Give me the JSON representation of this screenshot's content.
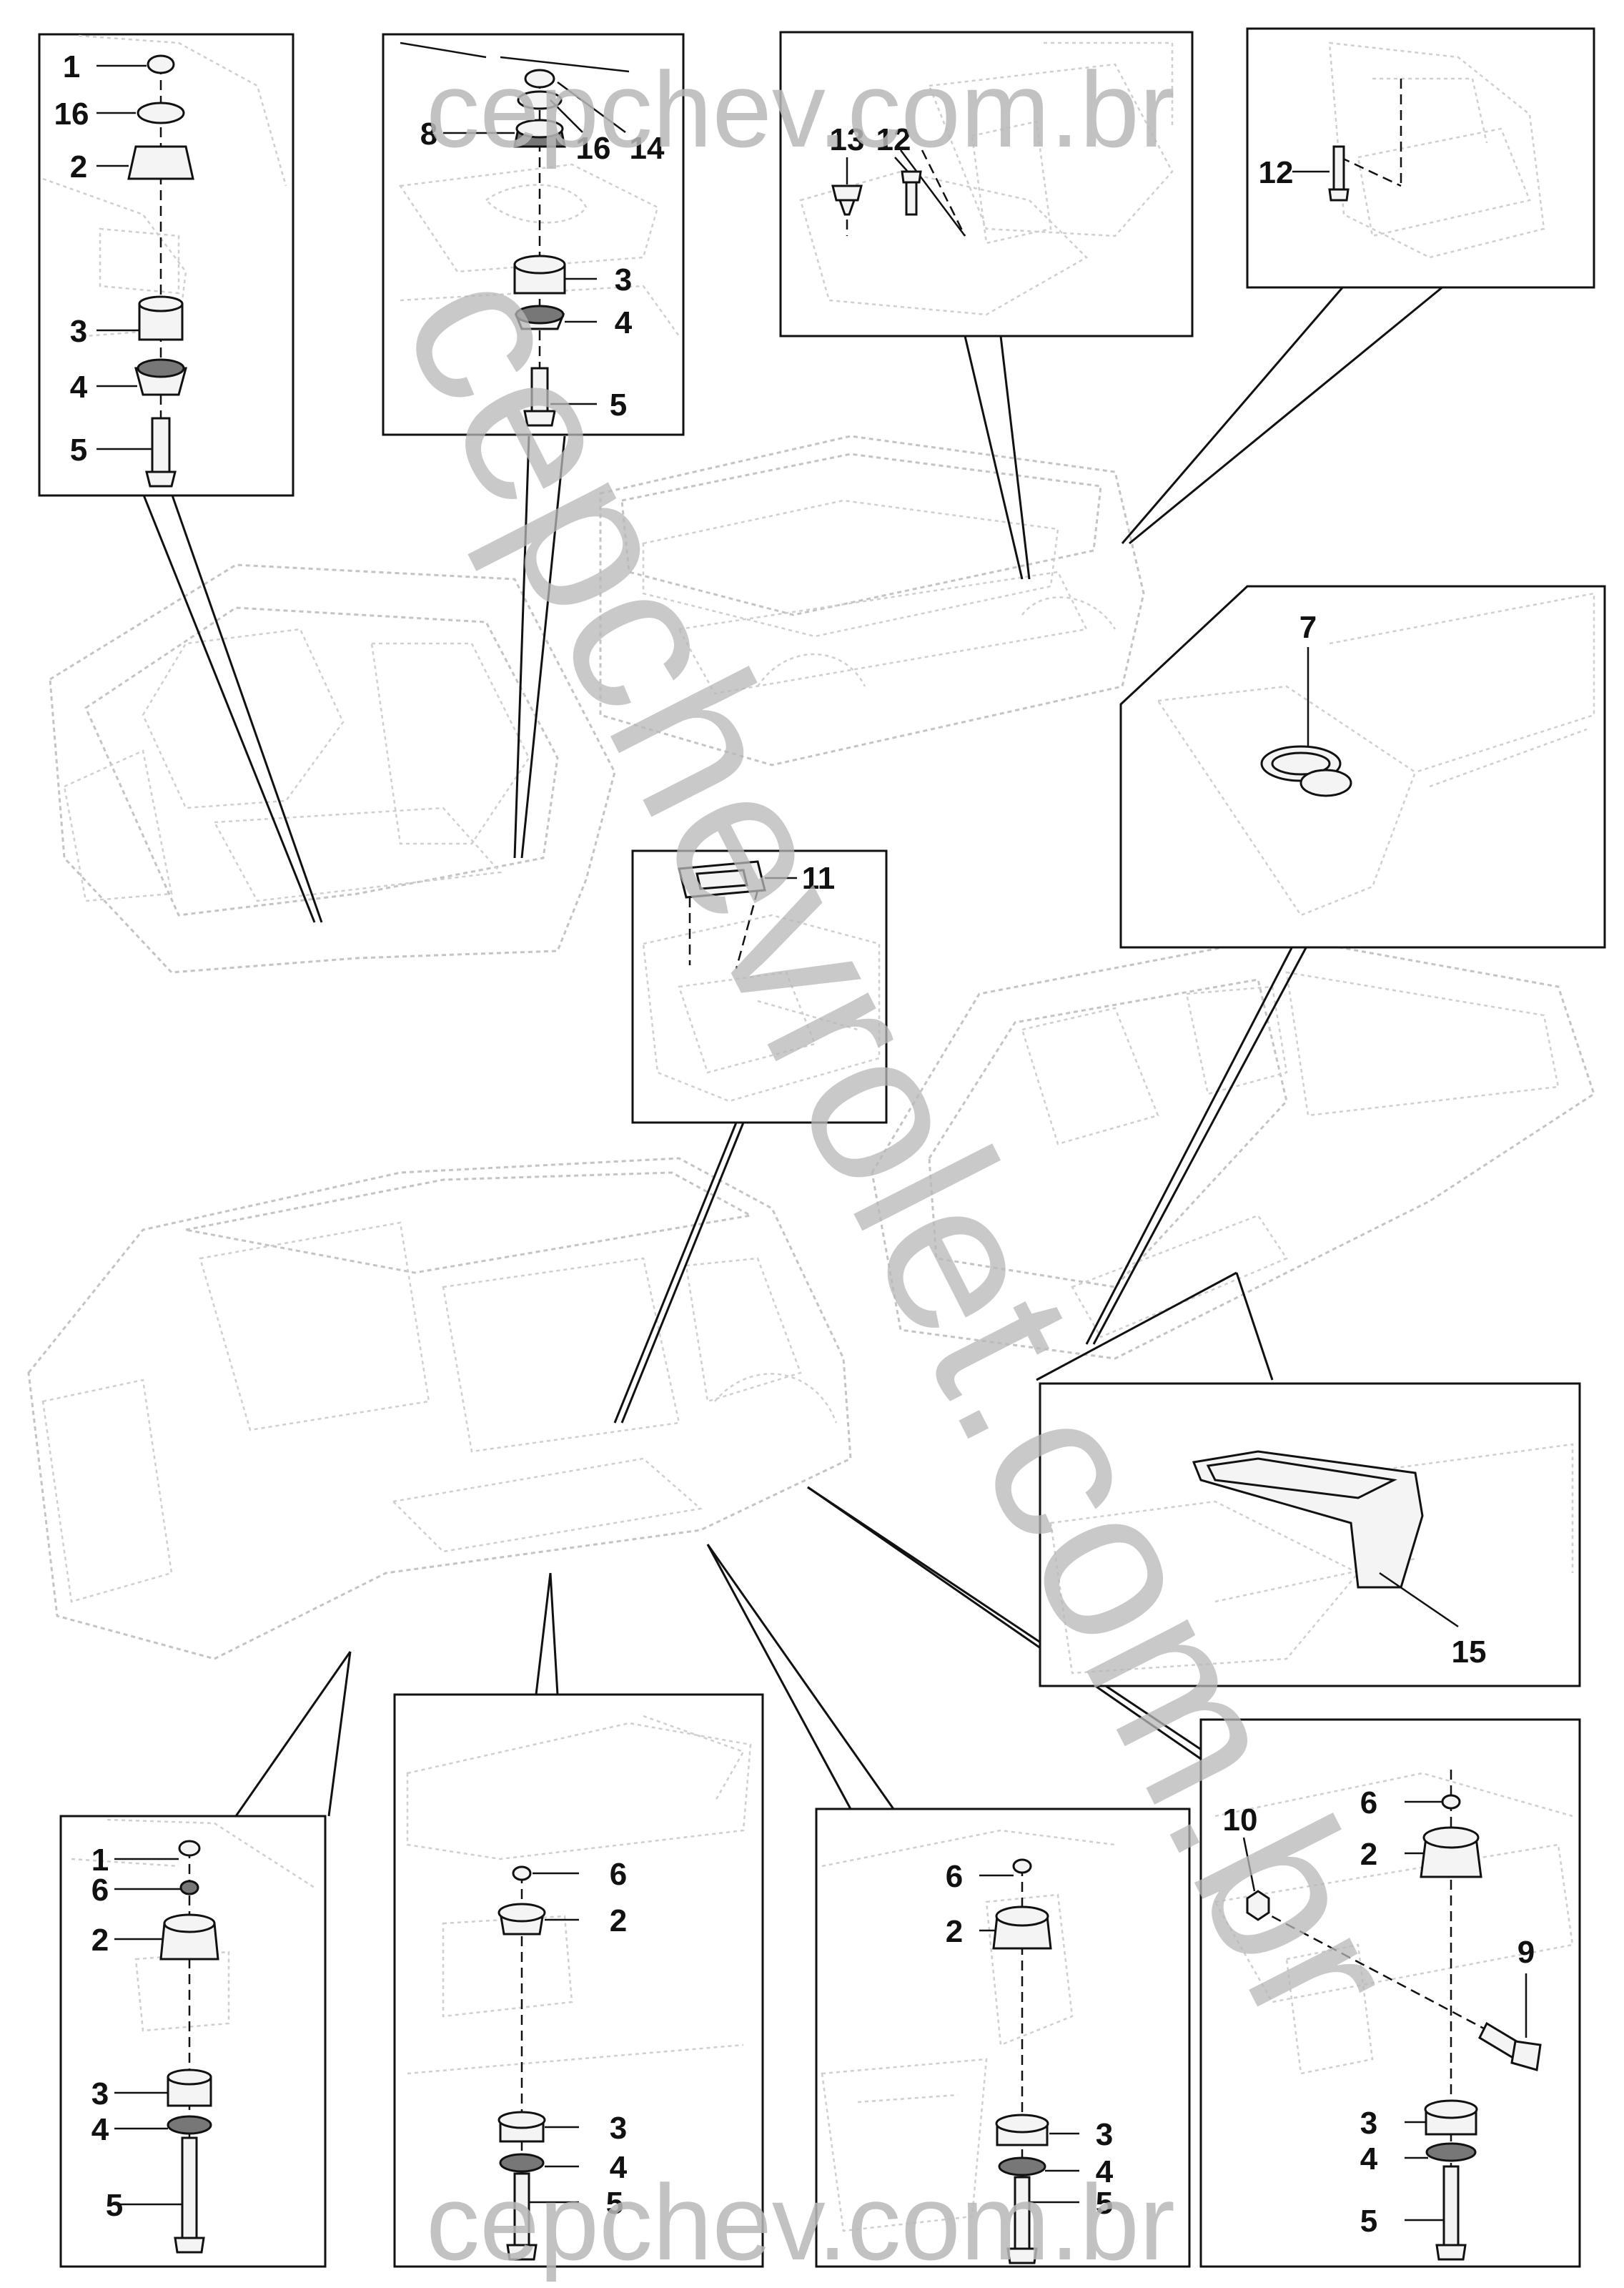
{
  "watermark": {
    "top": "cepchev.com.br",
    "bottom": "cepchev.com.br",
    "diagonal": "cepchevrolet.com.br"
  },
  "callouts": {
    "tl_1": "1",
    "tl_16": "16",
    "tl_2": "2",
    "tl_3": "3",
    "tl_4": "4",
    "tl_5": "5",
    "tc_8": "8",
    "tc_16": "16",
    "tc_14": "14",
    "tc_3": "3",
    "tc_4": "4",
    "tc_5": "5",
    "tr1_13": "13",
    "tr1_12": "12",
    "tr2_12": "12",
    "r_7": "7",
    "c_11": "11",
    "r_15": "15",
    "bl_1": "1",
    "bl_6": "6",
    "bl_2": "2",
    "bl_3": "3",
    "bl_4": "4",
    "bl_5": "5",
    "bc_6": "6",
    "bc_2": "2",
    "bc_3": "3",
    "bc_4": "4",
    "bc_5": "5",
    "bcr_6": "6",
    "bcr_2": "2",
    "bcr_3": "3",
    "bcr_4": "4",
    "bcr_5": "5",
    "br_10": "10",
    "br_6": "6",
    "br_2": "2",
    "br_9": "9",
    "br_3": "3",
    "br_4": "4",
    "br_5": "5"
  }
}
